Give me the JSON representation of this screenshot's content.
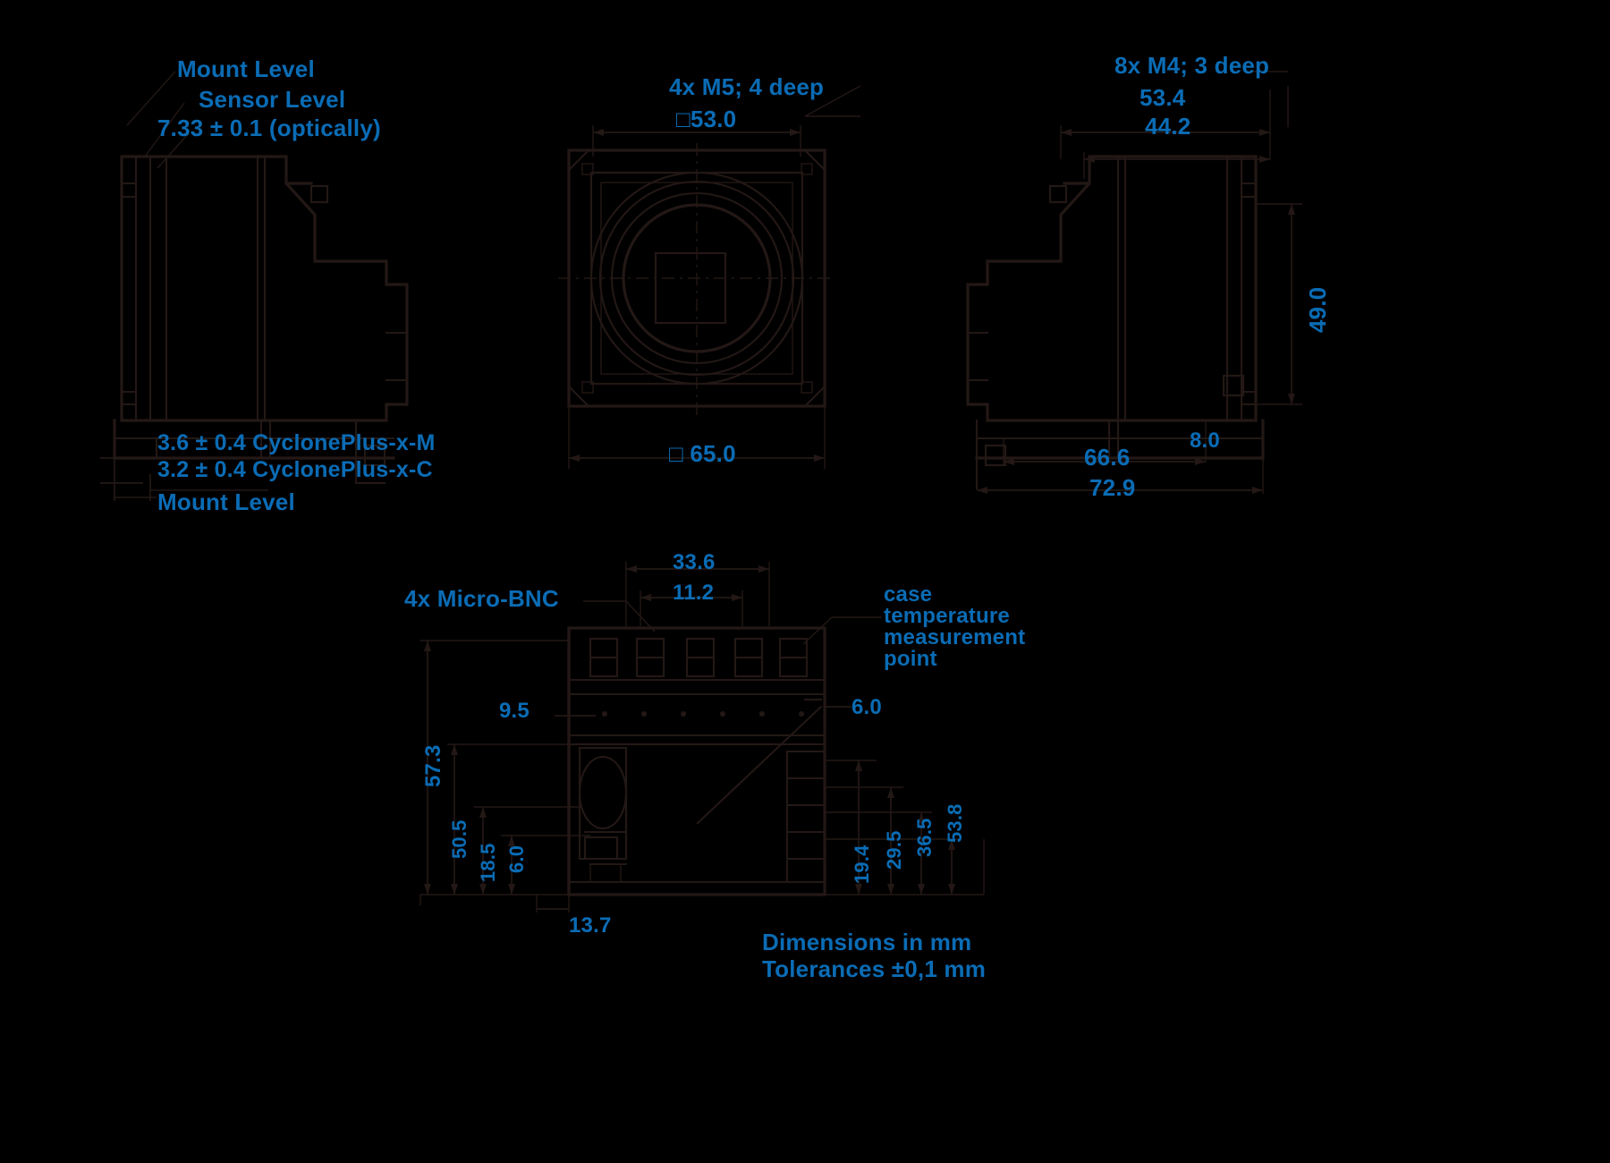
{
  "drawing": {
    "title": "CyclonePlus camera mechanical dimension drawing",
    "accent_color": "#0b6cb5",
    "line_color": "#231815",
    "background_color": "#000000",
    "units_note_line1": "Dimensions in mm",
    "units_note_line2": "Tolerances ±0,1 mm"
  },
  "view_side": {
    "name": "side-view",
    "labels": {
      "mount_level_top": "Mount Level",
      "sensor_level": "Sensor Level",
      "optical_distance": "7.33 ± 0.1 (optically)",
      "variant_m": "3.6 ± 0.4 CyclonePlus-x-M",
      "variant_c": "3.2 ± 0.4 CyclonePlus-x-C",
      "mount_level_bottom": "Mount Level"
    }
  },
  "view_front": {
    "name": "front-view",
    "labels": {
      "thread_note": "4x M5; 4 deep",
      "square_inner": "□53.0",
      "square_outer": "□ 65.0"
    }
  },
  "view_right": {
    "name": "right-side-view",
    "labels": {
      "thread_note": "8x M4; 3 deep",
      "width_53_4": "53.4",
      "width_44_2": "44.2",
      "height_49_0": "49.0",
      "depth_8_0": "8.0",
      "depth_66_6": "66.6",
      "depth_72_9": "72.9"
    }
  },
  "view_rear": {
    "name": "rear-view",
    "labels": {
      "connector_note": "4x Micro-BNC",
      "temp_point_line1": "case",
      "temp_point_line2": "temperature",
      "temp_point_line3": "measurement",
      "temp_point_line4": "point",
      "dim_33_6": "33.6",
      "dim_11_2": "11.2",
      "dim_9_5": "9.5",
      "dim_6_0": "6.0",
      "dim_57_3": "57.3",
      "dim_50_5": "50.5",
      "dim_18_5": "18.5",
      "dim_6_0_left": "6.0",
      "dim_13_7": "13.7",
      "dim_19_4": "19.4",
      "dim_29_5": "29.5",
      "dim_36_5": "36.5",
      "dim_53_8": "53.8"
    }
  }
}
